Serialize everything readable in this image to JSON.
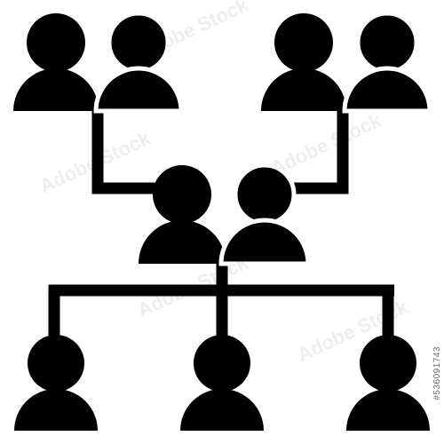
{
  "icon": {
    "name": "family-tree-people-icon",
    "color": "#000000",
    "background": "#ffffff",
    "generations": [
      {
        "level": "grandparents",
        "pairs": 2,
        "persons_per_pair": 2
      },
      {
        "level": "parents",
        "pairs": 1,
        "persons_per_pair": 2
      },
      {
        "level": "children",
        "persons": 3
      }
    ]
  },
  "watermark": {
    "brand": "Adobe Stock",
    "stock_id": "#536091743"
  }
}
